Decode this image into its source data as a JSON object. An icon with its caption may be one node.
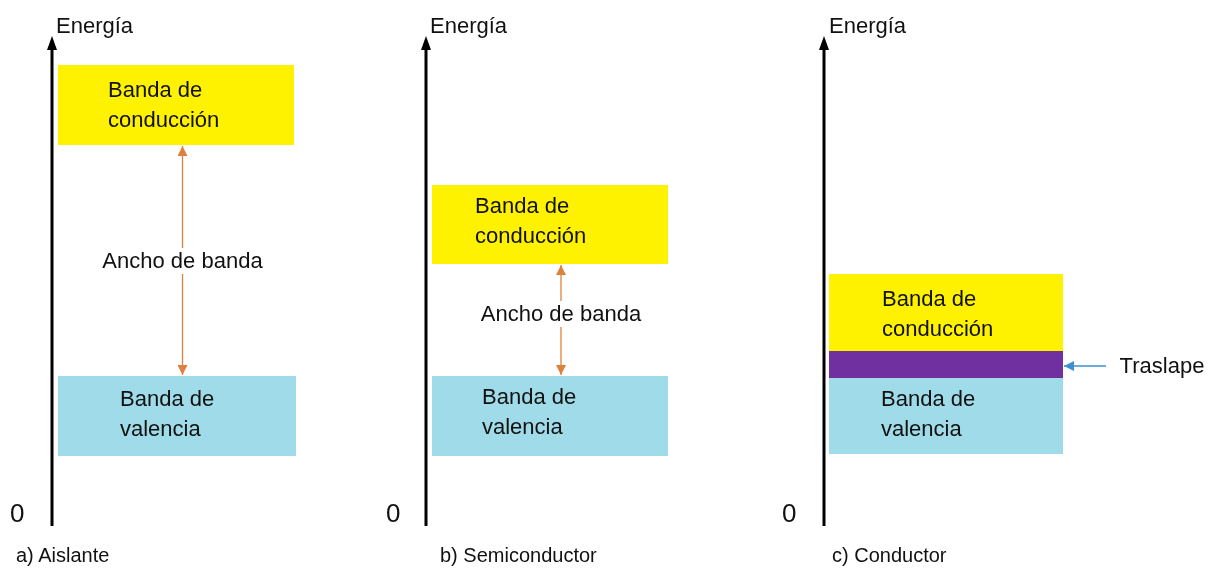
{
  "diagram": {
    "nodes": [
      {
        "text": [
          "Banda de conducción"
        ]
      },
      {
        "text": [
          "Ancho de banda"
        ]
      },
      {
        "text": [
          "Banda de valencia"
        ]
      },
      {
        "text": [
          "Banda de conducción"
        ]
      },
      {
        "text": [
          "Ancho de banda"
        ]
      },
      {
        "text": [
          "Banda de valencia"
        ]
      },
      {
        "text": [
          "Banda de conducción"
        ]
      },
      {
        "text": [],
        "shape": "bar"
      },
      {
        "text": [
          "Banda de valencia"
        ]
      },
      {
        "text": [
          "Traslape"
        ]
      }
    ],
    "edges": [
      {
        "from": 1,
        "to": 0,
        "arrow": "to"
      },
      {
        "from": 1,
        "to": 2,
        "arrow": "to"
      },
      {
        "from": 4,
        "to": 3,
        "arrow": "to"
      },
      {
        "from": 4,
        "to": 5,
        "arrow": "to"
      },
      {
        "from": 9,
        "to": 7,
        "arrow": "to",
        "color": "#3d8fd0"
      }
    ],
    "labels": [
      "Energía",
      "Energía",
      "Energía",
      "0",
      "0",
      "0",
      "a) Aislante",
      "b) Semiconductor",
      "c) Conductor"
    ]
  }
}
